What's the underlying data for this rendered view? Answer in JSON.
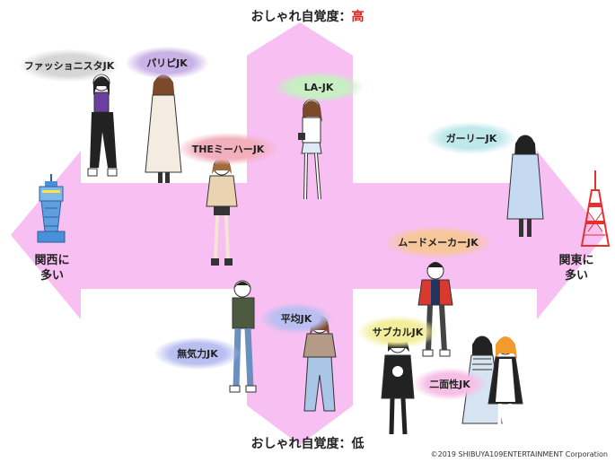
{
  "axes": {
    "top_prefix": "おしゃれ自覚度：",
    "top_value": "高",
    "bottom": "おしゃれ自覚度：低",
    "left_line1": "関西に",
    "left_line2": "多い",
    "right_line1": "関東に",
    "right_line2": "多い"
  },
  "categories": {
    "fashionista": "ファッショニスタJK",
    "paripi": "パリピJK",
    "la": "LA-JK",
    "themiha": "THEミーハーJK",
    "girly": "ガーリーJK",
    "moodmaker": "ムードメーカーJK",
    "heikin": "平均JK",
    "mukiryoku": "無気力JK",
    "subcul": "サブカルJK",
    "nimensei": "二面性JK"
  },
  "colors": {
    "cross": "#f7bff2",
    "accent": "#e02020",
    "fashionista": "#d6d6d6",
    "paripi": "#c9b2e6",
    "la": "#c8eec4",
    "themiha": "#f2b0bd",
    "girly": "#bfe8ea",
    "moodmaker": "#f7c79c",
    "heikin": "#b9bff0",
    "mukiryoku": "#b9bff0",
    "subcul": "#f3ee9c",
    "nimensei": "#f7bfe6"
  },
  "footer": {
    "copyright": "©2019  SHIBUYA109ENTERTAINMENT  Corporation"
  }
}
